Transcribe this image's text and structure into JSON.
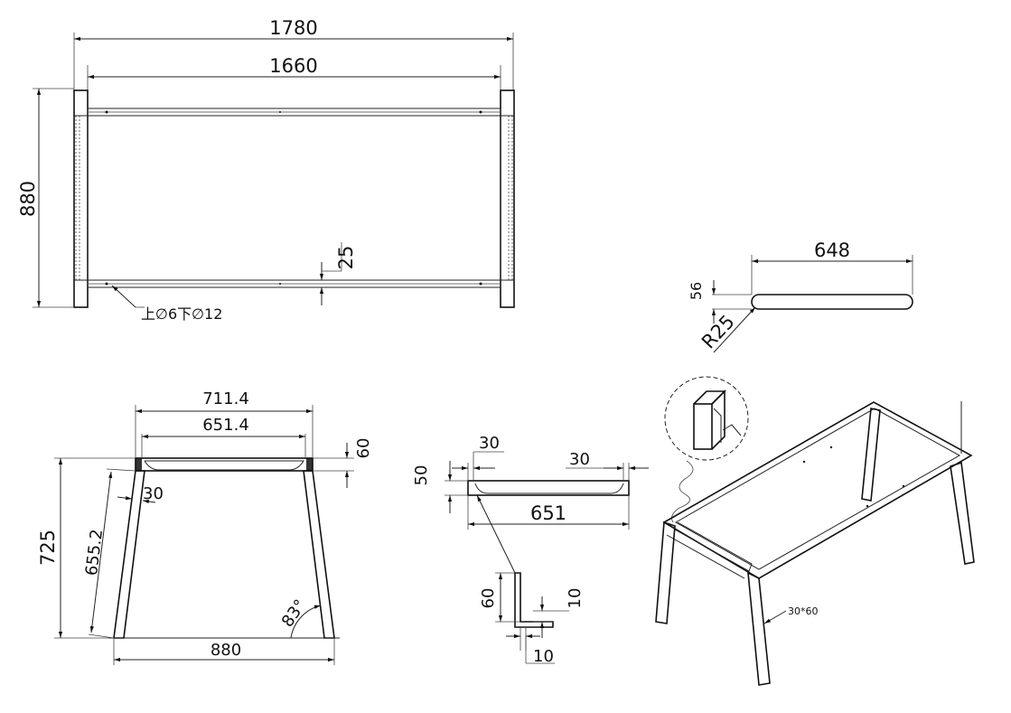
{
  "top_view": {
    "overall_length": "1780",
    "inner_length": "1660",
    "overall_width": "880",
    "rail_offset": "25",
    "hole_note": "上∅6下∅12"
  },
  "side_view": {
    "top_width": "711.4",
    "inner_width": "651.4",
    "rail_height": "60",
    "leg_thickness": "30",
    "leg_length": "655.2",
    "height": "725",
    "angle": "83°",
    "bottom_width": "880"
  },
  "rail_detail": {
    "height": "50",
    "left_end": "30",
    "right_end": "30",
    "length": "651"
  },
  "profile_detail": {
    "height": "60",
    "wall": "10",
    "flange": "10"
  },
  "slot_detail": {
    "height": "56",
    "length": "648",
    "radius": "R25"
  },
  "iso_view": {
    "tube_size": "30*60"
  }
}
